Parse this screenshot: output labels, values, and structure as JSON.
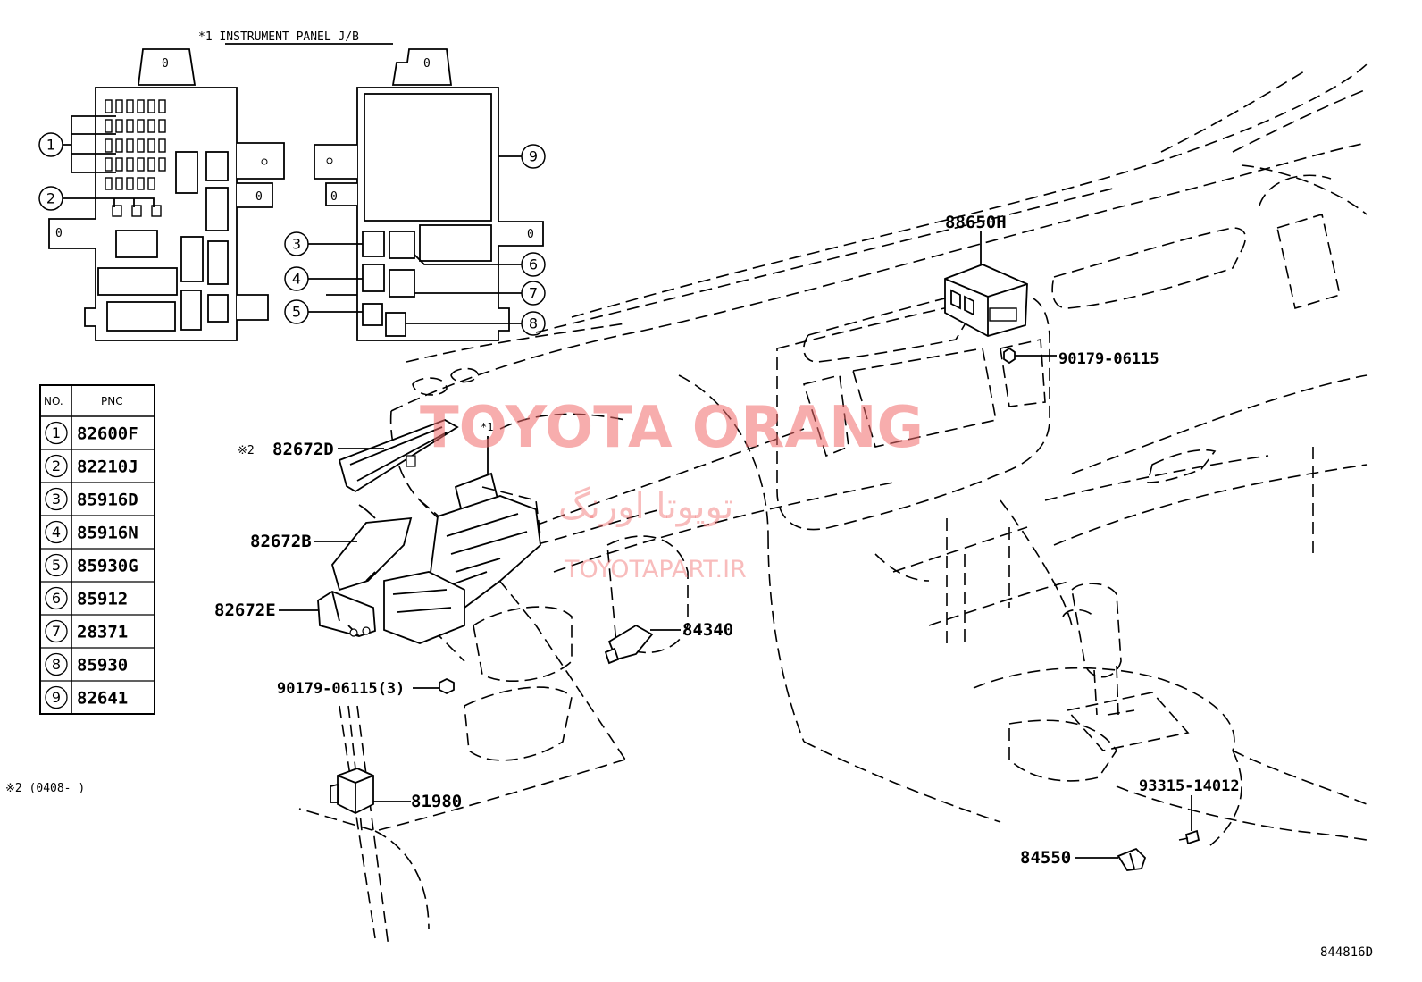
{
  "header": {
    "jb_title": "*1 INSTRUMENT PANEL J/B"
  },
  "callouts": {
    "c1": "1",
    "c2": "2",
    "c3": "3",
    "c4": "4",
    "c5": "5",
    "c6": "6",
    "c7": "7",
    "c8": "8",
    "c9": "9"
  },
  "jb_mounts": {
    "mark": "0"
  },
  "table": {
    "col_no": "NO.",
    "col_pnc": "PNC",
    "rows": [
      {
        "no": "1",
        "pnc": "82600F"
      },
      {
        "no": "2",
        "pnc": "82210J"
      },
      {
        "no": "3",
        "pnc": "85916D"
      },
      {
        "no": "4",
        "pnc": "85916N"
      },
      {
        "no": "5",
        "pnc": "85930G"
      },
      {
        "no": "6",
        "pnc": "85912"
      },
      {
        "no": "7",
        "pnc": "28371"
      },
      {
        "no": "8",
        "pnc": "85930"
      },
      {
        "no": "9",
        "pnc": "82641"
      }
    ]
  },
  "footnote": {
    "text": "※2 (0408-      )"
  },
  "parts": {
    "p88650H": "88650H",
    "p90179_top": "90179-06115",
    "p82672D_mark": "※2",
    "p82672D": "82672D",
    "p_star1": "*1",
    "p82672B": "82672B",
    "p82672E": "82672E",
    "p84340": "84340",
    "p90179_3": "90179-06115(3)",
    "p81980": "81980",
    "p93315": "93315-14012",
    "p84550": "84550"
  },
  "diagram_id": "844816D",
  "watermark": {
    "brand": "TOYOTA ORANG",
    "brand_fa": "تویوتا اورنگ",
    "site": "TOYOTAPART.IR"
  },
  "colors": {
    "line": "#000000",
    "watermark": "#f06a6a",
    "background": "#ffffff"
  }
}
